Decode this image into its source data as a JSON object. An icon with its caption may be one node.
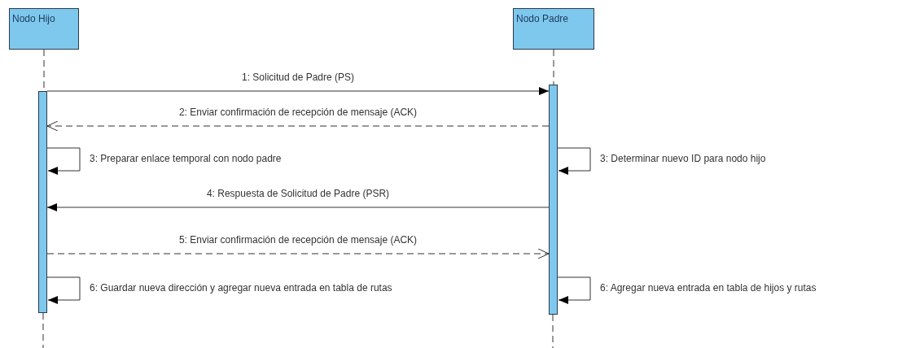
{
  "diagram": {
    "nodes": [
      {
        "text": [
          "Nodo Hijo"
        ]
      },
      {
        "text": [
          "Nodo Padre"
        ]
      },
      {
        "text": [],
        "shape": "bar"
      },
      {
        "text": [],
        "shape": "bar"
      }
    ],
    "edges": [
      {
        "from": 0,
        "to": 2,
        "arrow": "none",
        "style": "dashed"
      },
      {
        "from": 1,
        "to": 3,
        "arrow": "none",
        "style": "dashed"
      },
      {
        "from": 2,
        "to": 3,
        "arrow": "to",
        "label": "1: Solicitud de Padre (PS)"
      },
      {
        "from": 3,
        "to": 2,
        "arrow": "to",
        "style": "dashed",
        "label": "2: Enviar confirmación de recepción de mensaje (ACK)"
      },
      {
        "from": 2,
        "to": 2,
        "arrow": "to",
        "label": "3: Preparar enlace temporal con nodo padre"
      },
      {
        "from": 3,
        "to": 3,
        "arrow": "to",
        "label": "3: Determinar nuevo ID para nodo hijo"
      },
      {
        "from": 3,
        "to": 2,
        "arrow": "to",
        "label": "4: Respuesta de Solicitud de Padre (PSR)"
      },
      {
        "from": 2,
        "to": 3,
        "arrow": "to",
        "style": "dashed",
        "label": "5: Enviar confirmación de recepción de mensaje (ACK)"
      },
      {
        "from": 2,
        "to": 2,
        "arrow": "to",
        "label": "6: Guardar nueva dirección y agregar nueva entrada en tabla de rutas"
      },
      {
        "from": 3,
        "to": 3,
        "arrow": "to",
        "label": "6: Agregar nueva entrada en tabla de hijos y rutas"
      }
    ]
  }
}
